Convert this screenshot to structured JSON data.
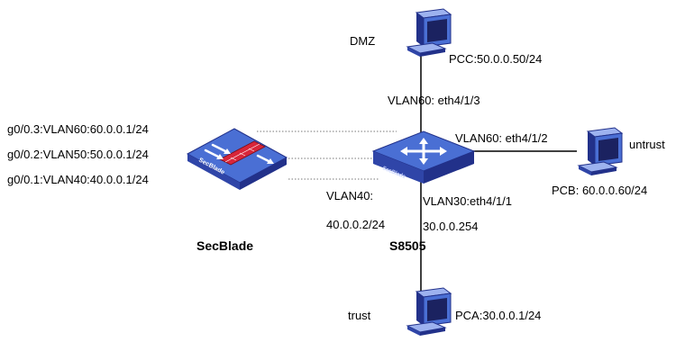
{
  "nodes": {
    "dmz_pc": {
      "name": "DMZ",
      "ip": "PCC:50.0.0.50/24"
    },
    "untrust_pc": {
      "name": "untrust",
      "ip": "PCB: 60.0.0.60/24"
    },
    "trust_pc": {
      "name": "trust",
      "ip": "PCA:30.0.0.1/24"
    },
    "switch": {
      "name": "S8505",
      "badge": "SecBlade"
    },
    "secblade": {
      "name": "SecBlade",
      "badge": "SecBlade"
    }
  },
  "links": {
    "to_dmz": "VLAN60: eth4/1/3",
    "to_untrust": "VLAN60: eth4/1/2",
    "to_trust_iface": "VLAN30:eth4/1/1",
    "to_trust_ip": "30.0.0.254",
    "vlan40_label": "VLAN40:",
    "vlan40_ip": "40.0.0.2/24"
  },
  "subinterfaces": [
    "g0/0.3:VLAN60:60.0.0.1/24",
    "g0/0.2:VLAN50:50.0.0.1/24",
    "g0/0.1:VLAN40:40.0.0.1/24"
  ],
  "colors": {
    "device_blue": "#4a6fd4",
    "device_dark": "#22318a",
    "device_light": "#9db2ef",
    "firewall_red": "#d8263a",
    "line": "#000000",
    "dotted_line": "#777777"
  }
}
